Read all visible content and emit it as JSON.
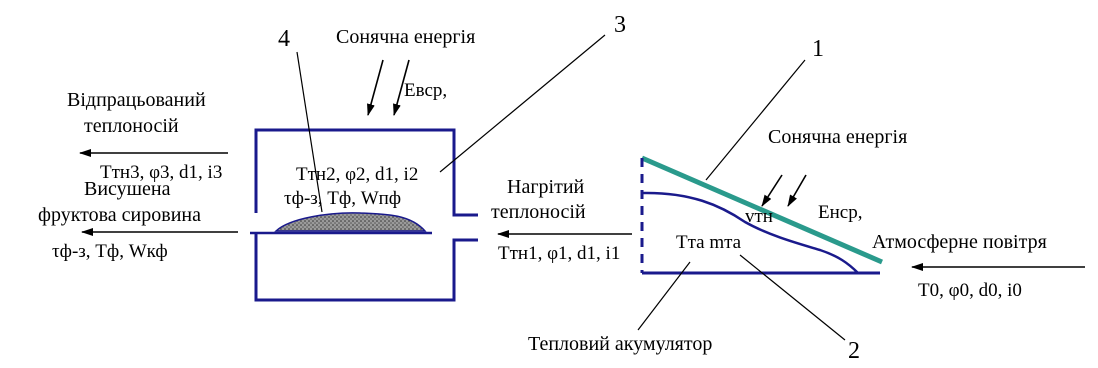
{
  "colors": {
    "frame": "#1a1a8c",
    "glazing": "#2a9a8c",
    "ink": "#000000",
    "product_fill": "#9a9a9a"
  },
  "numbers": {
    "n1": "1",
    "n2": "2",
    "n3": "3",
    "n4": "4"
  },
  "labels": {
    "solar_energy_top": "Сонячна енергія",
    "spent_coolant_line1": "Відпрацьований",
    "spent_coolant_line2": "теплоносій",
    "dried_line1": "Висушена",
    "dried_line2": "фруктова сировина",
    "heated_line1": "Нагрітий",
    "heated_line2": "теплоносій",
    "solar_energy_right": "Сонячна енергія",
    "atmospheric_air": "Атмосферне повітря",
    "heat_accumulator": "Тепловий акумулятор"
  },
  "variables": {
    "e_top": "Eвср,",
    "e_right": "Eнср,",
    "spent_params": "Tтн3, φ3, d1, i3",
    "chamber_params": "Tтн2, φ2, d1, i2",
    "product_params": "τф-з, Tф, Wпф",
    "dried_params": "τф-з, Tф, Wкф",
    "heated_params": "Tтн1, φ1, d1, i1",
    "accumulator_params": "Tта mта",
    "velocity": "vтн",
    "ambient_params": "T0, φ0, d0, i0"
  }
}
